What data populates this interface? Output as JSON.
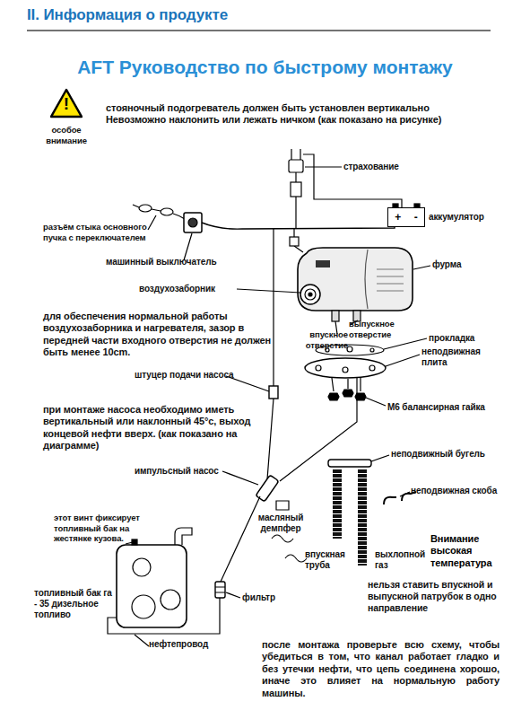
{
  "diagram": {
    "title": "AFT Руководство по быстрому монтажу",
    "nodes": [
      {
        "text": [
          "!"
        ]
      },
      {
        "text": [
          "+",
          "-"
        ]
      }
    ],
    "labels": [
      "II. Информация о продукте",
      "особое внимание",
      "стояночный подогреватель должен быть установлен вертикально Невозможно наклонить или лежать ничком (как показано на рисунке)",
      "страхование",
      "аккумулятор",
      "разъём стыка основного пучка с переключателем",
      "машинный выключатель",
      "фурма",
      "воздухозаборник",
      "для обеспечения нормальной работы воздухозаборника и нагревателя, зазор в передней части входного отверстия не должен быть менее 10cm.",
      "выпускное отверстие",
      "впускное отверстие",
      "прокладка",
      "неподвижная плита",
      "штуцер подачи насоса",
      "М6 балансирная гайка",
      "при монтаже насоса необходимо иметь вертикальный или наклонный 45°c, выход концевой нефти вверх. (как показано на диаграмме)",
      "импульсный насос",
      "неподвижный бугель",
      "неподвижная скоба",
      "этот винт фиксирует топливный бак на жестянке кузова.",
      "масляный демпфер",
      "топливный бак га - 35 дизельное топливо",
      "впускная труба",
      "выхлопной газ",
      "Внимание высокая температура",
      "нельзя ставить впускной и выпускной патрубок в одно направление",
      "фильтр",
      "нефтепровод",
      "после монтажа проверьте всю схему, чтобы убедиться в том, что канал работает гладко и без утечки нефти, что цепь соединена хорошо, иначе это влияет на нормальную работу машины."
    ]
  }
}
